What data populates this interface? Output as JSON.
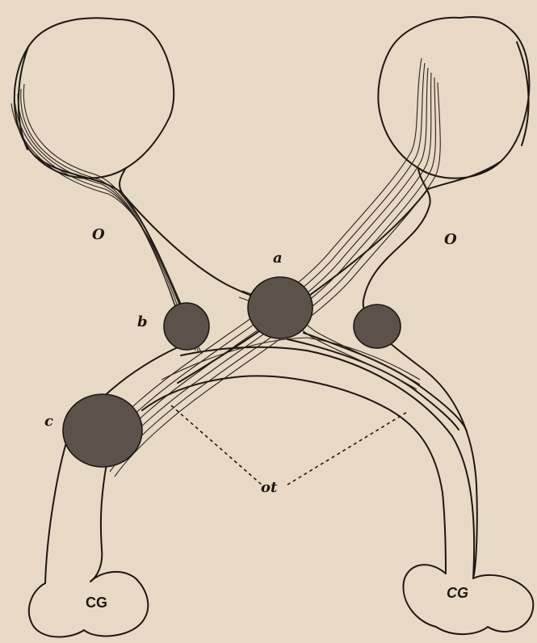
{
  "labels": {
    "optic_nerve_left": "O",
    "optic_nerve_right": "O",
    "lesion_a": "a",
    "lesion_b": "b",
    "lesion_c": "c",
    "optic_tract": "ot",
    "corpus_geniculatum_left": "CG",
    "corpus_geniculatum_right": "CG"
  },
  "colors": {
    "paper": "#e7d9c6",
    "ink": "#1d1712",
    "lesion_fill": "#5d524a"
  }
}
